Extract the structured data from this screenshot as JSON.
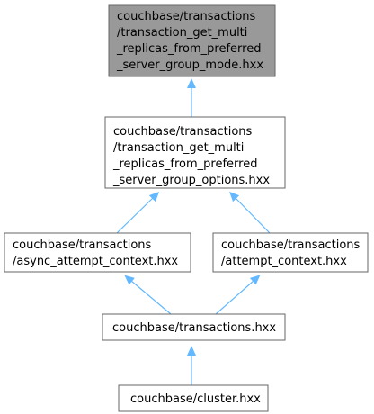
{
  "colors": {
    "root_fill": "#999999",
    "node_fill": "#ffffff",
    "node_border": "#666666",
    "edge": "#63b8ff"
  },
  "nodes": {
    "mode_hxx": {
      "lines": [
        "couchbase/transactions",
        "/transaction_get_multi",
        "_replicas_from_preferred",
        "_server_group_mode.hxx"
      ]
    },
    "options_hxx": {
      "lines": [
        "couchbase/transactions",
        "/transaction_get_multi",
        "_replicas_from_preferred",
        "_server_group_options.hxx"
      ]
    },
    "async_attempt_context_hxx": {
      "lines": [
        "couchbase/transactions",
        "/async_attempt_context.hxx"
      ]
    },
    "attempt_context_hxx": {
      "lines": [
        "couchbase/transactions",
        "/attempt_context.hxx"
      ]
    },
    "transactions_hxx": {
      "lines": [
        "couchbase/transactions.hxx"
      ]
    },
    "cluster_hxx": {
      "lines": [
        "couchbase/cluster.hxx"
      ]
    }
  }
}
